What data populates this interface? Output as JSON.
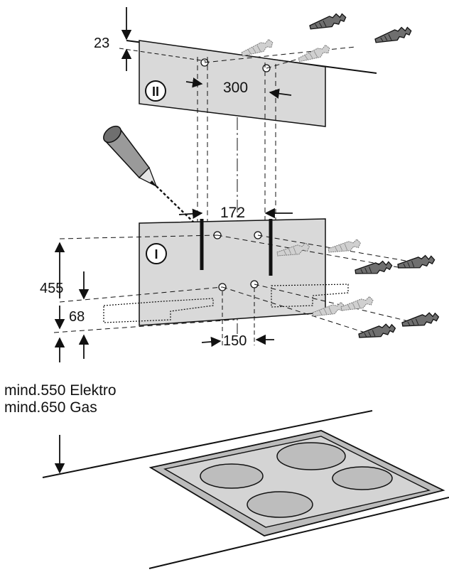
{
  "dimensions": {
    "top_offset": "23",
    "upper_spacing": "300",
    "lower_spacing": "172",
    "height_to_template": "455",
    "inner_offset": "68",
    "bottom_spacing": "150"
  },
  "template_labels": {
    "upper": "II",
    "lower": "I"
  },
  "min_height_notes": {
    "electric": "mind.550 Elektro",
    "gas": "mind.650 Gas"
  },
  "colors": {
    "template_fill": "#d9d9d9",
    "line": "#111111",
    "plug_fill": "#6f6f6f",
    "plug_ghost": "#c8c8c8",
    "burner_fill": "#bdbdbd",
    "hob_fill": "#d4d4d4"
  },
  "icons": [
    "pencil-icon",
    "wall-plug-icon",
    "screw-icon"
  ]
}
